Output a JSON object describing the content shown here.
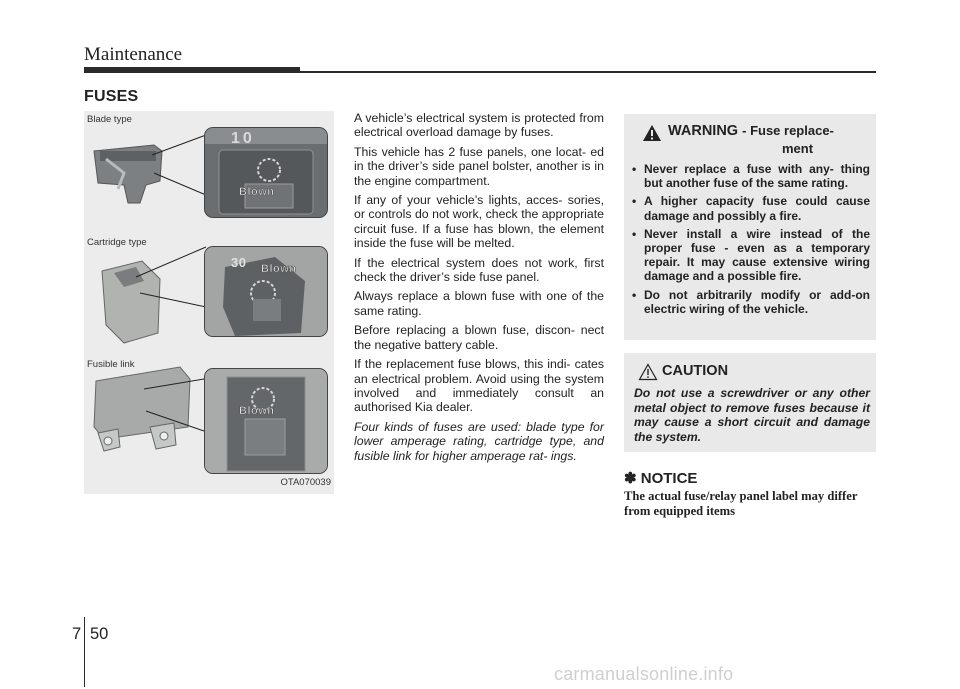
{
  "header": {
    "section": "Maintenance"
  },
  "section_title": "FUSES",
  "figure": {
    "label_blade": "Blade type",
    "label_cartridge": "Cartridge type",
    "label_fusible": "Fusible link",
    "blown_label": "Blown",
    "blade_number": "10",
    "cartridge_number": "30",
    "code": "OTA070039"
  },
  "body": {
    "paragraphs": [
      "A vehicle’s electrical system is protected from electrical overload damage by fuses.",
      "This vehicle has 2 fuse panels, one locat- ed in the driver’s side panel bolster, another is in the engine compartment.",
      "If any of your vehicle’s lights, acces- sories, or controls do not work, check the appropriate circuit fuse. If a fuse has blown, the element inside the fuse will be melted.",
      "If the electrical system does not work, first check the driver’s side fuse panel.",
      "Always replace a blown fuse with one of the same rating.",
      "Before replacing a blown fuse, discon- nect the negative battery cable.",
      "If the replacement fuse blows, this indi- cates an electrical problem. Avoid using the system involved and immediately consult an authorised Kia dealer."
    ],
    "italic_note": "Four kinds of fuses are used: blade type for lower amperage rating, cartridge type, and fusible link for higher amperage rat- ings."
  },
  "warning": {
    "title": "WARNING",
    "subtitle_a": "- Fuse replace-",
    "subtitle_b": "ment",
    "items": [
      "Never replace a fuse with any- thing but another fuse of the same rating.",
      "A higher capacity fuse could cause damage and possibly a fire.",
      "Never install a wire instead of the proper fuse - even as a temporary repair. It may cause extensive wiring damage and a possible fire.",
      "Do not arbitrarily modify or add-on electric wiring of the vehicle."
    ]
  },
  "caution": {
    "title": "CAUTION",
    "text": "Do not use a screwdriver or any other metal object to remove fuses because it may cause a short circuit and damage the system."
  },
  "notice": {
    "title": "✽ NOTICE",
    "text": "The actual fuse/relay panel label may differ from equipped items"
  },
  "footer": {
    "chapter": "7",
    "page": "50",
    "watermark": "carmanualsonline.info"
  }
}
